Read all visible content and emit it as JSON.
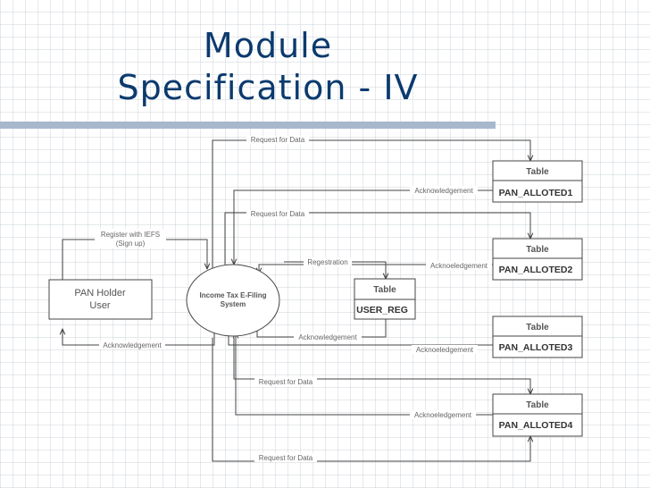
{
  "title": {
    "line1": "Module",
    "line2": "Specification - IV"
  },
  "entity": {
    "line1": "PAN Holder",
    "line2": "User"
  },
  "process": {
    "line1": "Income Tax E-Filing",
    "line2": "System"
  },
  "tables": {
    "user_reg": {
      "header": "Table",
      "name": "USER_REG"
    },
    "pan1": {
      "header": "Table",
      "name": "PAN_ALLOTED1"
    },
    "pan2": {
      "header": "Table",
      "name": "PAN_ALLOTED2"
    },
    "pan3": {
      "header": "Table",
      "name": "PAN_ALLOTED3"
    },
    "pan4": {
      "header": "Table",
      "name": "PAN_ALLOTED4"
    }
  },
  "flows": {
    "register_line1": "Register with IEFS",
    "register_line2": "(Sign up)",
    "user_ack": "Acknowledgement",
    "req1": "Request for Data",
    "ack1": "Acknowledgement",
    "req2": "Request for Data",
    "ack2": "Acknoeledgement",
    "registration": "Regestration",
    "reg_ack": "Acknowledgement",
    "ack3": "Acknoeledgement",
    "req3": "Request for Data",
    "ack4": "Acknoeledgement",
    "req4": "Request for Data"
  },
  "colors": {
    "title": "#0b3a6e",
    "title_bar": "#a8b8cc",
    "line": "#444444",
    "label": "#666666"
  }
}
